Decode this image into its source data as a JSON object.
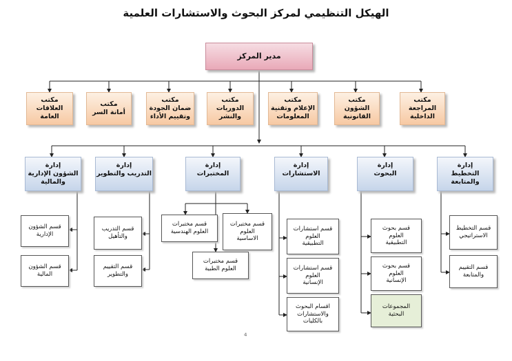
{
  "title": "الهيكل التنظيمي لمركز البحوث والاستشارات العلمية",
  "head": "مدير المركز",
  "offices": [
    "مكتب\nالمراجعة\nالداخلية",
    "مكتب\nالشؤون\nالقانونية",
    "مكتب\nالإعلام وتقنية\nالمعلومات",
    "مكتب\nالدوريات\nوالنشر",
    "مكتب\nضمان الجودة\nوتقييم الأداء",
    "مكتب\nأمانة السر",
    "مكتب\nالعلاقات\nالعامة"
  ],
  "departments": [
    {
      "label": "إدارة\nالتخطيط والمتابعة",
      "sections": [
        "قسم التخطيط\nالاستراتيجي",
        "قسم التقييم\nوالمتابعة"
      ]
    },
    {
      "label": "إدارة\nالبحوث",
      "sections": [
        "قسم بحوث\nالعلوم\nالتطبيقية",
        "قسم بحوث\nالعلوم\nالإنسانية",
        "المجموعات\nالبحثية"
      ]
    },
    {
      "label": "إدارة\nالاستشارات",
      "sections": [
        "قسم استشارات\nالعلوم\nالتطبيقية",
        "قسم استشارات\nالعلوم\nالإنسانية",
        "اقسام البحوث\nوالاستشارات\nبالكليات"
      ]
    },
    {
      "label": "إدارة\nالمختبرات",
      "sections": [
        "قسم مختبرات\nالعلوم\nالاساسية",
        "قسم مختبرات\nالعلوم الهندسية",
        "قسم مختبرات\nالعلوم الطبية"
      ]
    },
    {
      "label": "إدارة\nالتدريب والتطوير",
      "sections": [
        "قسم التدريب\nوالتأهيل",
        "قسم التقييم\nوالتطوير"
      ]
    },
    {
      "label": "إدارة\nالشؤون الإدارية\nوالمالية",
      "sections": [
        "قسم الشؤون\nالإدارية",
        "قسم الشؤون\nالمالية"
      ]
    }
  ],
  "page_number": "4",
  "colors": {
    "head_fill": "#e9a9b8",
    "office_fill": "#f7c9a3",
    "department_fill": "#c6d5ea",
    "research_groups_fill": "#e6efd8",
    "connector": "#222222"
  }
}
